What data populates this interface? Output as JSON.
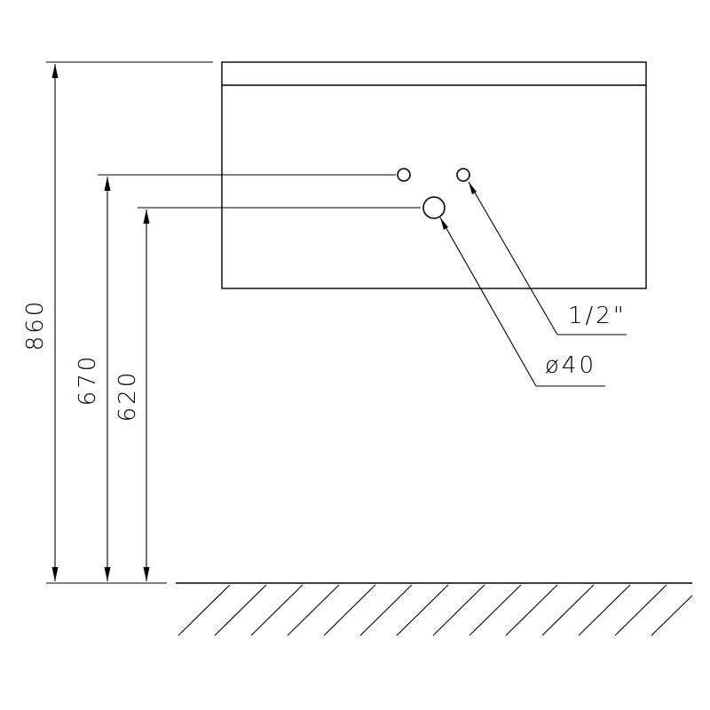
{
  "dimensions": {
    "total_height": "860",
    "hole_height": "670",
    "drain_height": "620"
  },
  "callouts": {
    "water_inlet": "1/2\"",
    "drain_outlet": "ø40"
  }
}
